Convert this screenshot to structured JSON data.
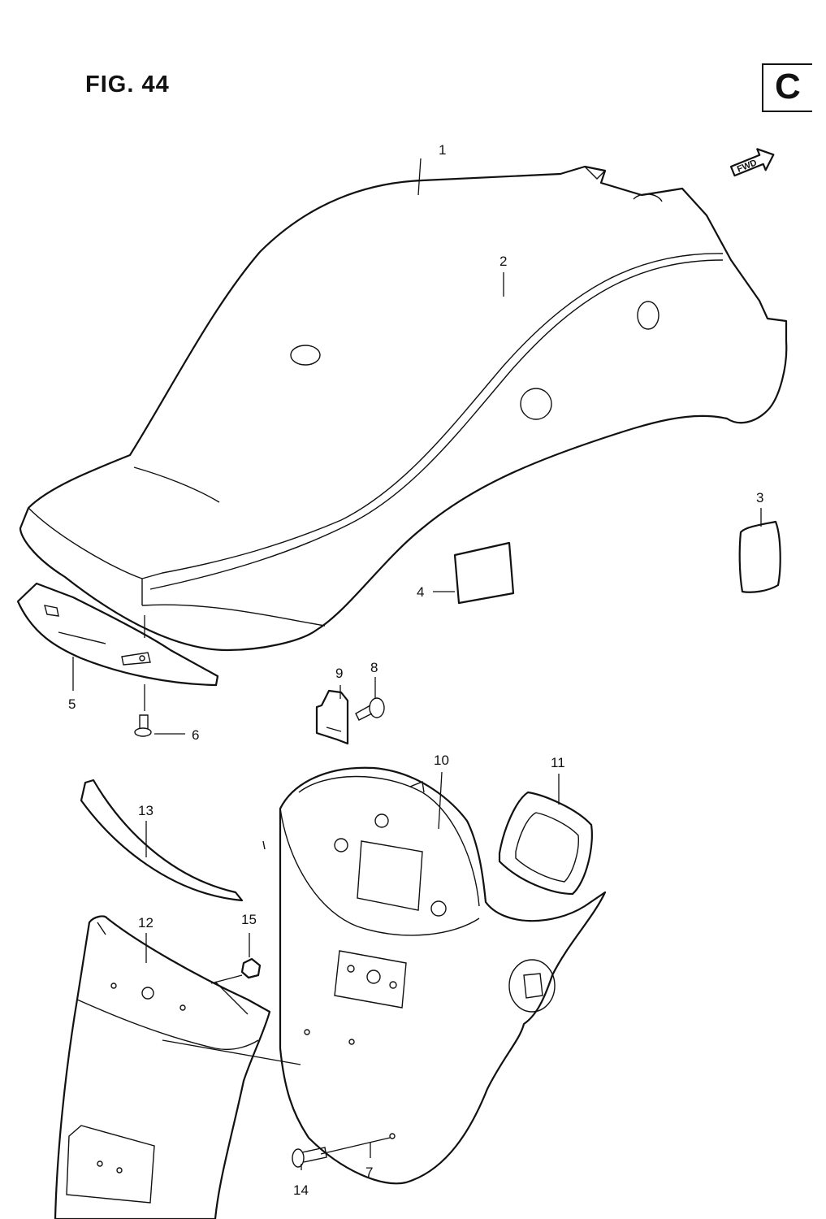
{
  "figure": {
    "title": "FIG. 44",
    "corner_letter": "C",
    "direction_label": "FWD"
  },
  "part_labels": [
    "1",
    "2",
    "3",
    "4",
    "5",
    "6",
    "7",
    "8",
    "9",
    "10",
    "11",
    "12",
    "13",
    "14",
    "15"
  ]
}
